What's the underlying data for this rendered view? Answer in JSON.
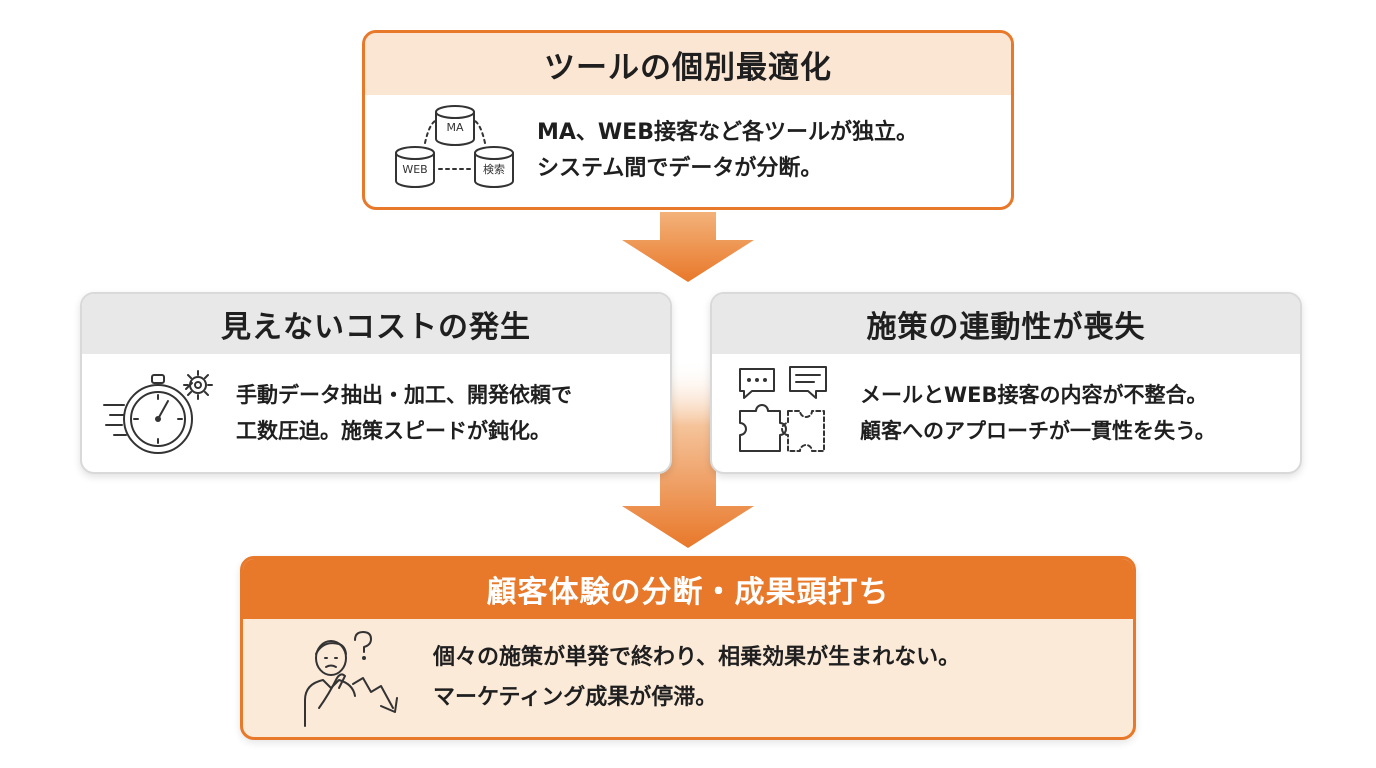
{
  "top": {
    "title": "ツールの個別最適化",
    "icon": "database-cylinders-icon",
    "db_labels": [
      "MA",
      "WEB",
      "検索"
    ],
    "lines": [
      "MA、WEB接客など各ツールが独立。",
      "システム間でデータが分断。"
    ]
  },
  "left": {
    "title": "見えないコストの発生",
    "icon": "stopwatch-gear-icon",
    "lines": [
      "手動データ抽出・加工、開発依頼で",
      "工数圧迫。施策スピードが鈍化。"
    ]
  },
  "right": {
    "title": "施策の連動性が喪失",
    "icon": "chat-puzzle-icon",
    "lines": [
      "メールとWEB接客の内容が不整合。",
      "顧客へのアプローチが一貫性を失う。"
    ]
  },
  "bottom": {
    "title": "顧客体験の分断・成果頭打ち",
    "icon": "confused-person-icon",
    "lines": [
      "個々の施策が単発で終わり、相乗効果が生まれない。",
      "マーケティング成果が停滞。"
    ]
  },
  "colors": {
    "accent": "#e8782a",
    "top_header": "#fbe6d3",
    "mid_header": "#e8e8e8",
    "bottom_body": "#fcead9"
  }
}
